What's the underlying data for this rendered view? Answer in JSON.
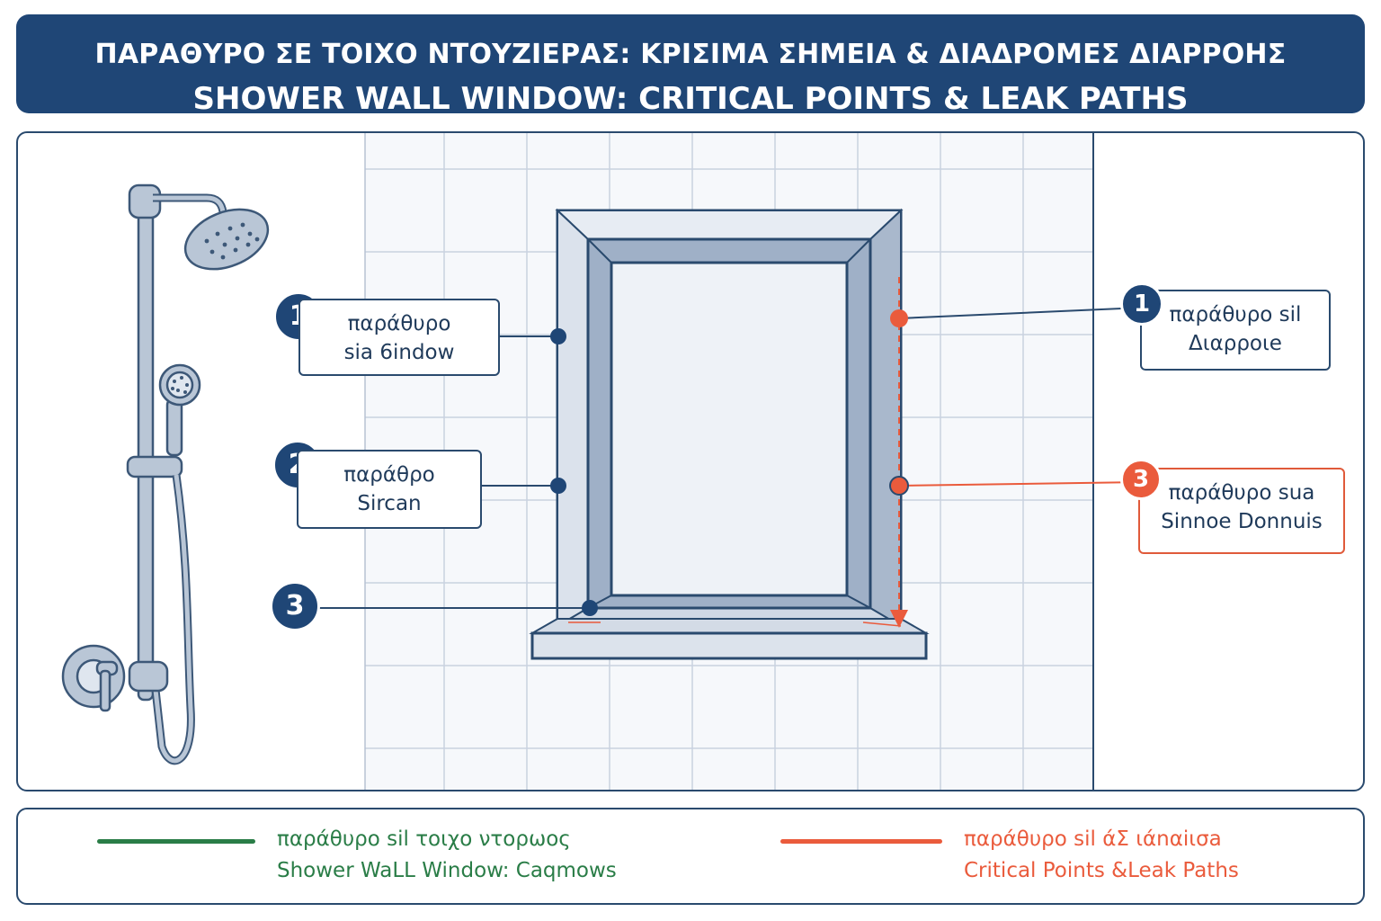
{
  "title": {
    "greek": "ΠΑΡΑΘΥΡΟ ΣΕ ΤΟΙΧΟ ΝΤΟΥΖΙΕΡΑΣ: ΚΡΙΣΙΜΑ ΣΗΜΕΙΑ & ΔΙΑΔΡΟΜΕΣ ΔΙΑΡΡΟΗΣ",
    "english": "SHOWER WALL WINDOW: CRITICAL POINTS & LEAK PATHS"
  },
  "callouts_left": [
    {
      "number": "1",
      "line1": "παράθυρο",
      "line2": "sia 6indow"
    },
    {
      "number": "2",
      "line1": "παράθρο",
      "line2": "Sircan"
    },
    {
      "number": "3"
    }
  ],
  "callouts_right": [
    {
      "number": "1",
      "line1": "παράθυρο sil",
      "line2": "Διαρροιe"
    },
    {
      "number": "3",
      "line1": "παράθυρο sua",
      "line2": "Sinnoe Donnuis"
    }
  ],
  "legend": {
    "green_line1": "παράθυρο sil τοιχο ντορωος",
    "green_line2": "Shower WaLL Window: Caqmows",
    "red_line1": "παράθυρο sil άΣ ιάnαiισa",
    "red_line2": "Critical Points &Leak Paths"
  },
  "colors": {
    "navy": "#1f4676",
    "accent_red": "#ea5b3c",
    "legend_green": "#2a7d47",
    "tile_grout": "#c9d2e0"
  },
  "icons": [
    "shower-head-icon",
    "hand-shower-icon",
    "mixer-valve-icon"
  ]
}
